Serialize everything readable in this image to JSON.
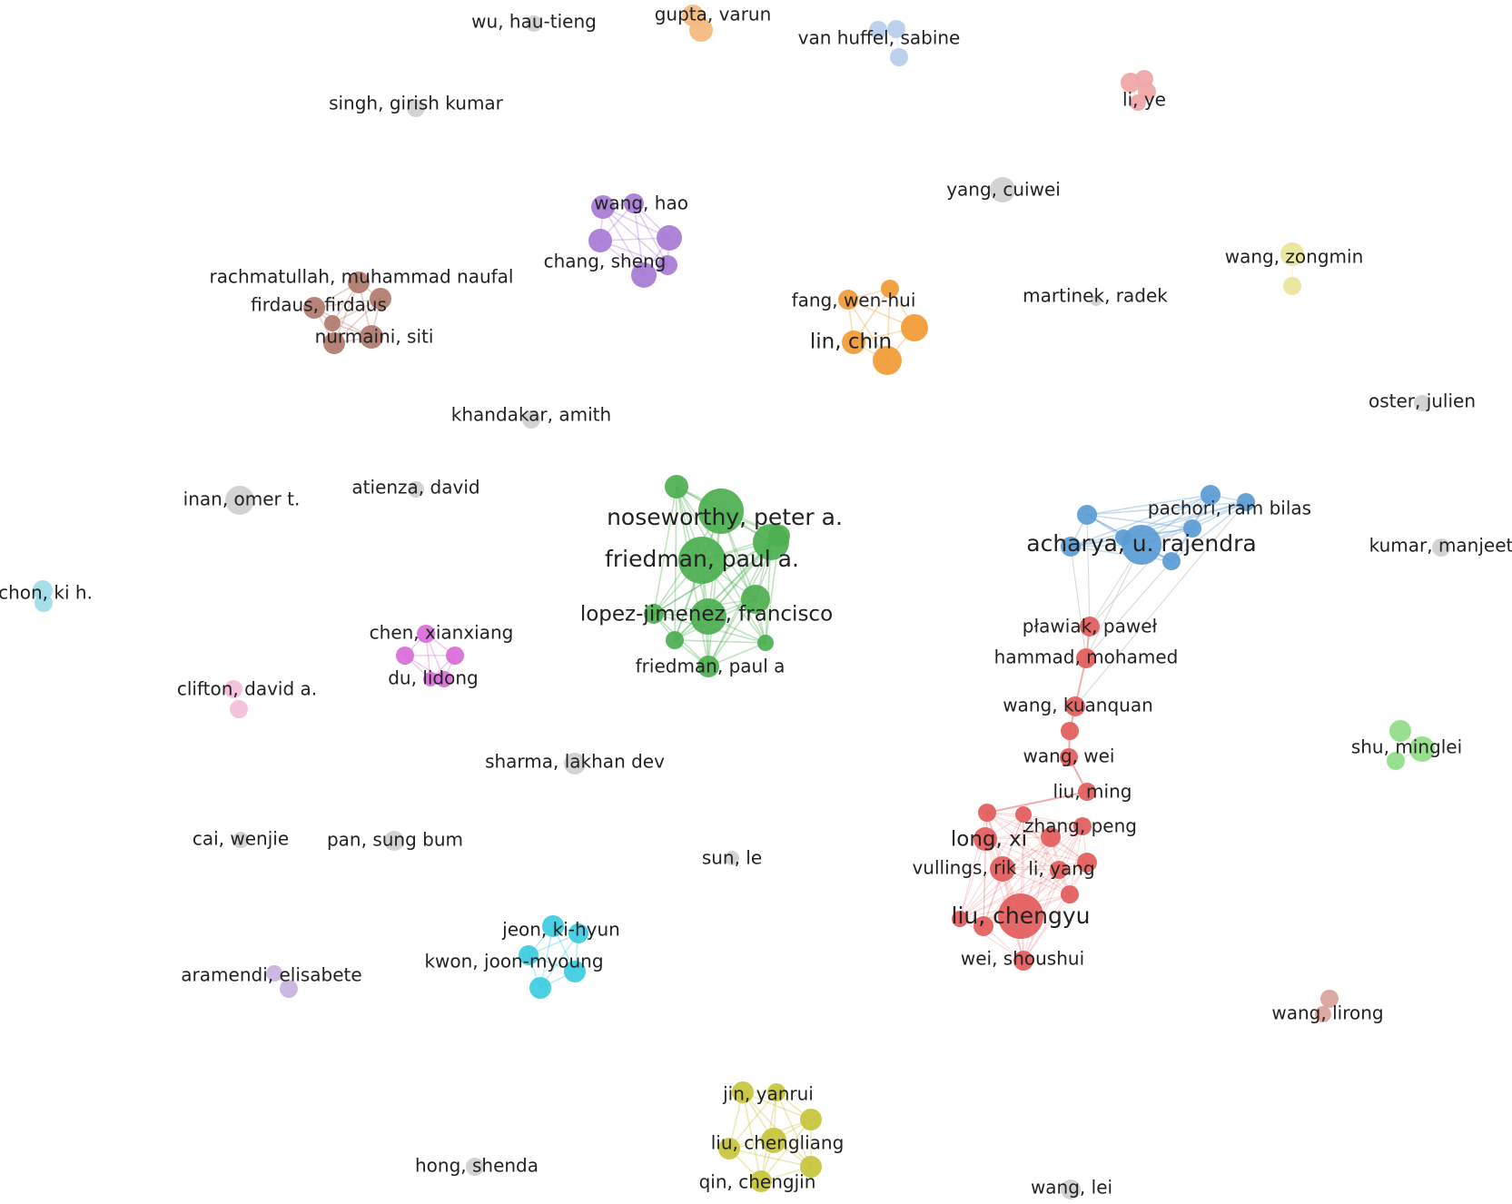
{
  "colors": {
    "grey": "#cfcfcf",
    "green": "#4caf50",
    "blue": "#5b9bd5",
    "red": "#e35b5b",
    "purple": "#a77ad6",
    "orange": "#f29a33",
    "brown": "#b07a6e",
    "magenta": "#d96bd9",
    "cyan": "#3ccbe0",
    "yellow": "#c7c43a",
    "peach": "#f4b97d",
    "lightblue": "#b8cdea",
    "pink": "#f0a6a6",
    "lightyellow": "#e7e59a",
    "lightgreen": "#8fdc86",
    "lightpink": "#f3bdd8",
    "lavender": "#c8b3e0",
    "skyblue": "#9edbe8",
    "rose": "#d9a39a"
  },
  "labels": [
    {
      "id": "wu-hau-tieng",
      "text": "wu, hau-tieng",
      "size": "m"
    },
    {
      "id": "gupta-varun",
      "text": "gupta, varun",
      "size": "m"
    },
    {
      "id": "van-huffel-sabine",
      "text": "van huffel, sabine",
      "size": "m"
    },
    {
      "id": "singh-girish-kumar",
      "text": "singh, girish kumar",
      "size": "m"
    },
    {
      "id": "li-ye",
      "text": "li, ye",
      "size": "m"
    },
    {
      "id": "yang-cuiwei",
      "text": "yang, cuiwei",
      "size": "m"
    },
    {
      "id": "wang-hao",
      "text": "wang, hao",
      "size": "m"
    },
    {
      "id": "chang-sheng",
      "text": "chang, sheng",
      "size": "m"
    },
    {
      "id": "wang-zongmin",
      "text": "wang, zongmin",
      "size": "m"
    },
    {
      "id": "rachmatullah-muhammad-naufal",
      "text": "rachmatullah, muhammad naufal",
      "size": "m"
    },
    {
      "id": "firdaus-firdaus",
      "text": "firdaus, firdaus",
      "size": "m"
    },
    {
      "id": "nurmaini-siti",
      "text": "nurmaini, siti",
      "size": "m"
    },
    {
      "id": "fang-wen-hui",
      "text": "fang, wen-hui",
      "size": "m"
    },
    {
      "id": "lin-chin",
      "text": "lin, chin",
      "size": "l"
    },
    {
      "id": "martinek-radek",
      "text": "martinek, radek",
      "size": "m"
    },
    {
      "id": "oster-julien",
      "text": "oster, julien",
      "size": "m"
    },
    {
      "id": "khandakar-amith",
      "text": "khandakar, amith",
      "size": "m"
    },
    {
      "id": "inan-omer-t",
      "text": "inan, omer t.",
      "size": "m"
    },
    {
      "id": "atienza-david",
      "text": "atienza, david",
      "size": "m"
    },
    {
      "id": "noseworthy-peter-a",
      "text": "noseworthy, peter a.",
      "size": "xl"
    },
    {
      "id": "friedman-paul-a-dot",
      "text": "friedman, paul a.",
      "size": "xl"
    },
    {
      "id": "lopez-jimenez-francisco",
      "text": "lopez-jimenez, francisco",
      "size": "l"
    },
    {
      "id": "friedman-paul-a",
      "text": "friedman, paul a",
      "size": "m"
    },
    {
      "id": "pachori-ram-bilas",
      "text": "pachori, ram bilas",
      "size": "m"
    },
    {
      "id": "acharya-u-rajendra",
      "text": "acharya, u. rajendra",
      "size": "xl"
    },
    {
      "id": "kumar-manjeet",
      "text": "kumar, manjeet",
      "size": "m"
    },
    {
      "id": "chon-ki-h",
      "text": "chon, ki h.",
      "size": "m"
    },
    {
      "id": "chen-xianxiang",
      "text": "chen, xianxiang",
      "size": "m"
    },
    {
      "id": "du-lidong",
      "text": "du, lidong",
      "size": "m"
    },
    {
      "id": "plawiak-pawel",
      "text": "pławiak, paweł",
      "size": "m"
    },
    {
      "id": "hammad-mohamed",
      "text": "hammad, mohamed",
      "size": "m"
    },
    {
      "id": "clifton-david-a",
      "text": "clifton, david a.",
      "size": "m"
    },
    {
      "id": "wang-kuanquan",
      "text": "wang, kuanquan",
      "size": "m"
    },
    {
      "id": "wang-wei",
      "text": "wang, wei",
      "size": "m"
    },
    {
      "id": "shu-minglei",
      "text": "shu, minglei",
      "size": "m"
    },
    {
      "id": "sharma-lakhan-dev",
      "text": "sharma, lakhan dev",
      "size": "m"
    },
    {
      "id": "liu-ming",
      "text": "liu, ming",
      "size": "m"
    },
    {
      "id": "zhang-peng",
      "text": "zhang, peng",
      "size": "m"
    },
    {
      "id": "long-xi",
      "text": "long, xi",
      "size": "l"
    },
    {
      "id": "cai-wenjie",
      "text": "cai, wenjie",
      "size": "m"
    },
    {
      "id": "pan-sung-bum",
      "text": "pan, sung bum",
      "size": "m"
    },
    {
      "id": "sun-le",
      "text": "sun, le",
      "size": "m"
    },
    {
      "id": "vullings-rik",
      "text": "vullings, rik",
      "size": "m"
    },
    {
      "id": "li-yang",
      "text": "li, yang",
      "size": "m"
    },
    {
      "id": "liu-chengyu",
      "text": "liu, chengyu",
      "size": "xl"
    },
    {
      "id": "jeon-ki-hyun",
      "text": "jeon, ki-hyun",
      "size": "m"
    },
    {
      "id": "kwon-joon-myoung",
      "text": "kwon, joon-myoung",
      "size": "m"
    },
    {
      "id": "wei-shoushui",
      "text": "wei, shoushui",
      "size": "m"
    },
    {
      "id": "aramendi-elisabete",
      "text": "aramendi, elisabete",
      "size": "m"
    },
    {
      "id": "wang-lirong",
      "text": "wang, lirong",
      "size": "m"
    },
    {
      "id": "jin-yanrui",
      "text": "jin, yanrui",
      "size": "m"
    },
    {
      "id": "liu-chengliang",
      "text": "liu, chengliang",
      "size": "m"
    },
    {
      "id": "hong-shenda",
      "text": "hong, shenda",
      "size": "m"
    },
    {
      "id": "qin-chengjin",
      "text": "qin, chengjin",
      "size": "m"
    },
    {
      "id": "wang-lei",
      "text": "wang, lei",
      "size": "m"
    }
  ]
}
